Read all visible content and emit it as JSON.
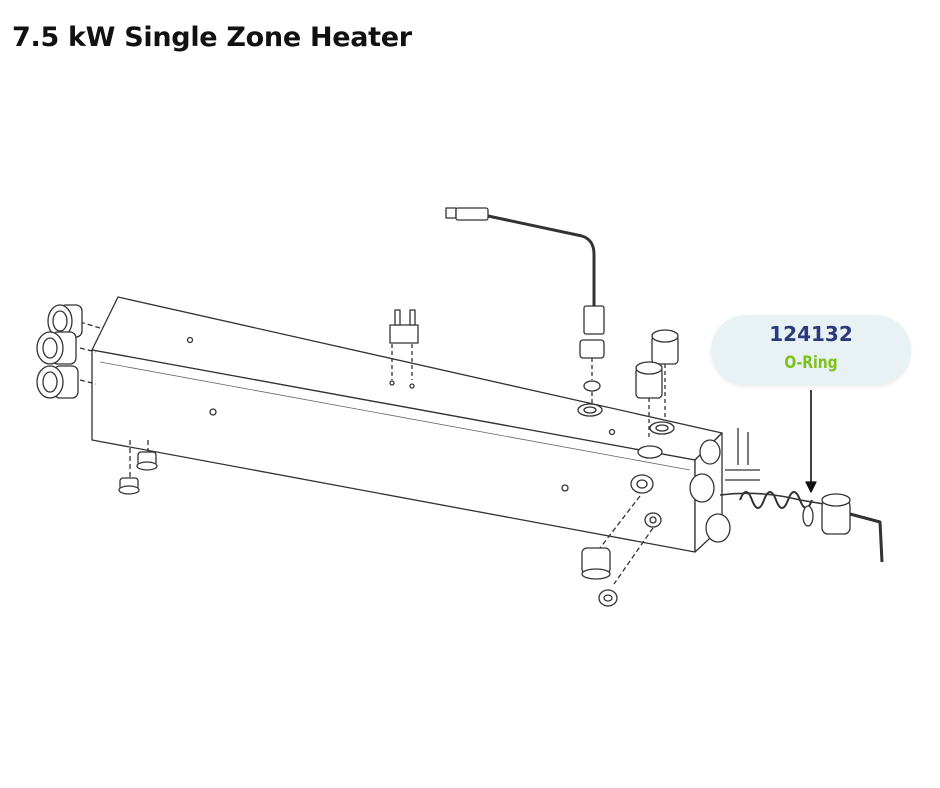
{
  "title": "7.5 kW Single Zone Heater",
  "callout": {
    "part_number": "124132",
    "part_name": "O-Ring",
    "number_color": "#2a3a7c",
    "name_color": "#7dc11a",
    "bubble_color": "#e8f1f4"
  }
}
